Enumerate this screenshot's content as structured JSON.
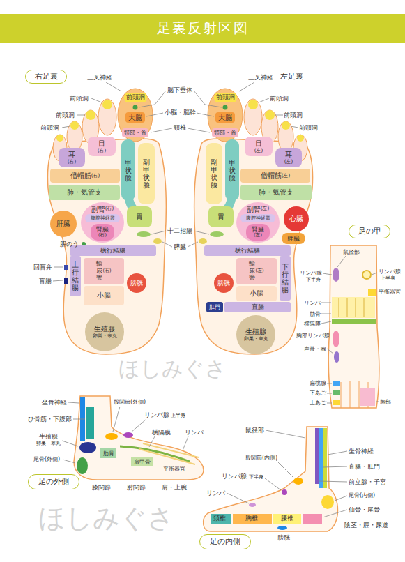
{
  "diagram": {
    "title": "足裏反射区図",
    "nodes": [
      {
        "text": [
          "右足裏"
        ]
      },
      {
        "text": [
          "前頭洞"
        ]
      },
      {
        "text": [
          "大脳"
        ]
      },
      {
        "text": [
          "頸部・首"
        ]
      },
      {
        "text": [
          "目",
          "(右)"
        ]
      },
      {
        "text": [
          "耳",
          "(右)"
        ]
      },
      {
        "text": [
          "僧帽筋",
          "(右)"
        ]
      },
      {
        "text": [
          "肺・気管支"
        ]
      },
      {
        "text": [
          "甲状腺"
        ]
      },
      {
        "text": [
          "副甲状腺"
        ]
      },
      {
        "text": [
          "胃"
        ]
      },
      {
        "text": [
          "肝臓"
        ]
      },
      {
        "text": [
          "副腎",
          "(右)"
        ]
      },
      {
        "text": [
          "腹腔神経叢"
        ],
        "in": 12
      },
      {
        "text": [
          "腎臓",
          "(右)"
        ],
        "in": 12
      },
      {
        "text": [
          "横行結腸"
        ]
      },
      {
        "text": [
          "上行結腸"
        ]
      },
      {
        "text": [
          "輸尿管",
          "(右)"
        ]
      },
      {
        "text": [
          "膀胱"
        ]
      },
      {
        "text": [
          "小腸"
        ]
      },
      {
        "text": [
          "生殖腺",
          "卵巣・睾丸"
        ]
      },
      {
        "text": [
          "前頭洞"
        ]
      },
      {
        "text": [
          "大脳"
        ]
      },
      {
        "text": [
          "頸部・首"
        ]
      },
      {
        "text": [
          "目",
          "(左)"
        ]
      },
      {
        "text": [
          "耳",
          "(左)"
        ]
      },
      {
        "text": [
          "僧帽筋",
          "(左)"
        ]
      },
      {
        "text": [
          "肺・気管支"
        ]
      },
      {
        "text": [
          "甲状腺"
        ]
      },
      {
        "text": [
          "副甲状腺"
        ]
      },
      {
        "text": [
          "胃"
        ]
      },
      {
        "text": [
          "心臓"
        ]
      },
      {
        "text": [
          "副腎",
          "(左)"
        ]
      },
      {
        "text": [
          "腹腔神経叢"
        ],
        "in": 32
      },
      {
        "text": [
          "腎臓",
          "(左)"
        ],
        "in": 32
      },
      {
        "text": [
          "脾臓"
        ]
      },
      {
        "text": [
          "横行結腸"
        ]
      },
      {
        "text": [
          "下行結腸"
        ]
      },
      {
        "text": [
          "輸尿管",
          "(左)"
        ]
      },
      {
        "text": [
          "膀胱"
        ]
      },
      {
        "text": [
          "小腸"
        ]
      },
      {
        "text": [
          "肛門"
        ]
      },
      {
        "text": [
          "直腸"
        ]
      },
      {
        "text": [
          "生殖腺",
          "卵巣・睾丸"
        ]
      },
      {
        "text": [
          "足の甲"
        ]
      },
      {
        "text": [
          "足の外側"
        ]
      },
      {
        "text": [
          "足の内側"
        ]
      }
    ],
    "labels": [
      "三叉神経",
      "三叉神経",
      "左足裏",
      "脳下垂体",
      "前頭洞",
      "前頭洞",
      "小脳・脳幹",
      "前頭洞",
      "前頭洞",
      "頸椎",
      "前頭洞",
      "前頭洞",
      "十二指腸",
      "胆のう",
      "膵臓",
      "回盲弁",
      "盲腸",
      "ほしみぐさ",
      "鼠径部",
      "リンパ腺",
      "下半身",
      "リンパ腺",
      "上半身",
      "平衡器官",
      "リンパ",
      "肋骨",
      "横隔膜",
      "胸部リンパ腺",
      "声帯・喉",
      "扁桃腺",
      "下あご",
      "上あご",
      "胸部",
      "坐骨神経",
      "股関節(外側)",
      "リンパ腺",
      "上半身",
      "ひ骨筋・下腹部",
      "横隔膜",
      "リンパ",
      "生殖腺",
      "卵巣・睾丸",
      "肋骨",
      "尾骨(外側)",
      "肩甲骨",
      "平衡器官",
      "膝関節",
      "肘関節",
      "肩・上腕",
      "鼠径部",
      "坐骨神経",
      "股関節(内側)",
      "直腸・肛門",
      "リンパ腺",
      "下半身",
      "前立腺・子宮",
      "リンパ",
      "尾骨(内側)",
      "仙骨・尾骨",
      "頚椎",
      "胸椎",
      "腰椎",
      "陰茎・膣・尿道",
      "膀胱",
      "ほしみぐさ"
    ]
  }
}
